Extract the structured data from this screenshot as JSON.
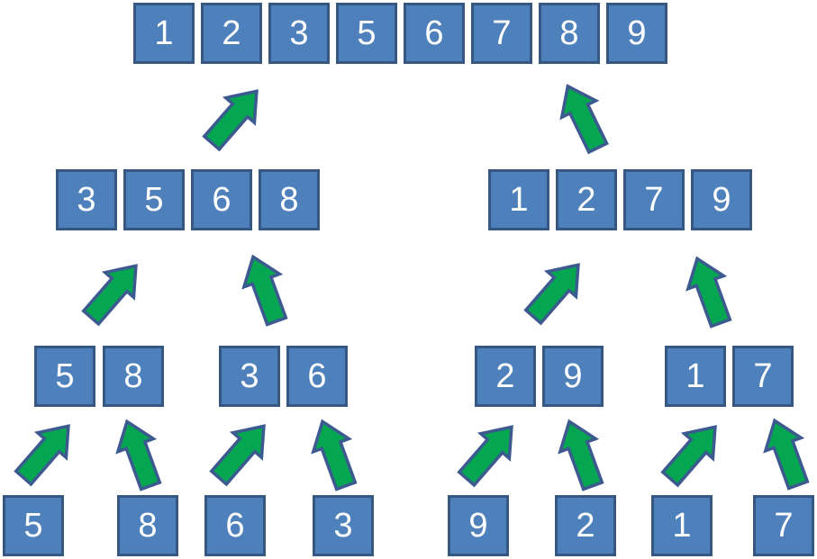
{
  "colors": {
    "background": "#ffffff",
    "box_fill": "#4e80bc",
    "box_border": "#36577f",
    "cell_text": "#ffffff",
    "arrow_fill": "#05a651",
    "arrow_border": "#3c5a90"
  },
  "levels": {
    "sorted": [
      "1",
      "2",
      "3",
      "5",
      "6",
      "7",
      "8",
      "9"
    ],
    "merged_left": [
      "3",
      "5",
      "6",
      "8"
    ],
    "merged_right": [
      "1",
      "2",
      "7",
      "9"
    ],
    "pairs": [
      [
        "5",
        "8"
      ],
      [
        "3",
        "6"
      ],
      [
        "2",
        "9"
      ],
      [
        "1",
        "7"
      ]
    ],
    "singles": [
      "5",
      "8",
      "6",
      "3",
      "9",
      "2",
      "1",
      "7"
    ]
  },
  "icons": {
    "merge_arrow": "green-block-arrow-up"
  }
}
